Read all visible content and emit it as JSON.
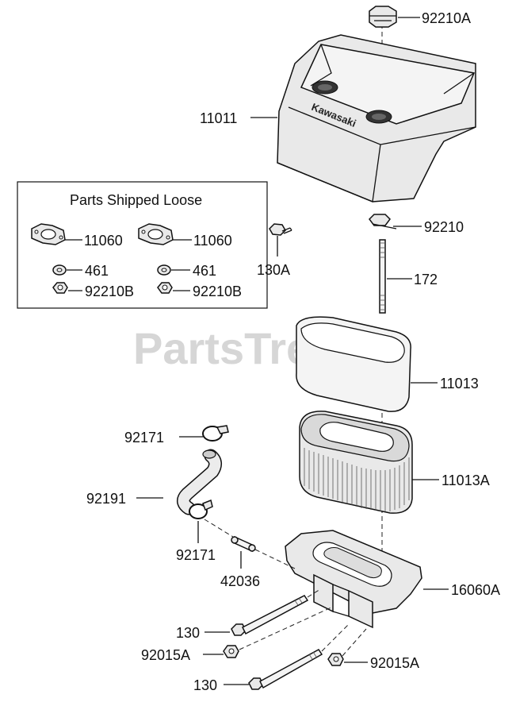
{
  "watermark": "PartsTree",
  "loose_parts_box": {
    "title": "Parts Shipped Loose"
  },
  "brand_text": "Kawasaki",
  "labels": {
    "p92210A": "92210A",
    "p11011": "11011",
    "p92210": "92210",
    "p172": "172",
    "p11013": "11013",
    "p11013A": "11013A",
    "p16060A": "16060A",
    "p92171_top": "92171",
    "p92191": "92191",
    "p92171_bottom": "92171",
    "p42036": "42036",
    "p130_upper": "130",
    "p92015A_left": "92015A",
    "p92015A_right": "92015A",
    "p130_lower": "130",
    "box_11060_left": "11060",
    "box_461_left": "461",
    "box_92210B_left": "92210B",
    "box_11060_right": "11060",
    "box_461_right": "461",
    "box_92210B_right": "92210B",
    "box_130A": "130A"
  }
}
